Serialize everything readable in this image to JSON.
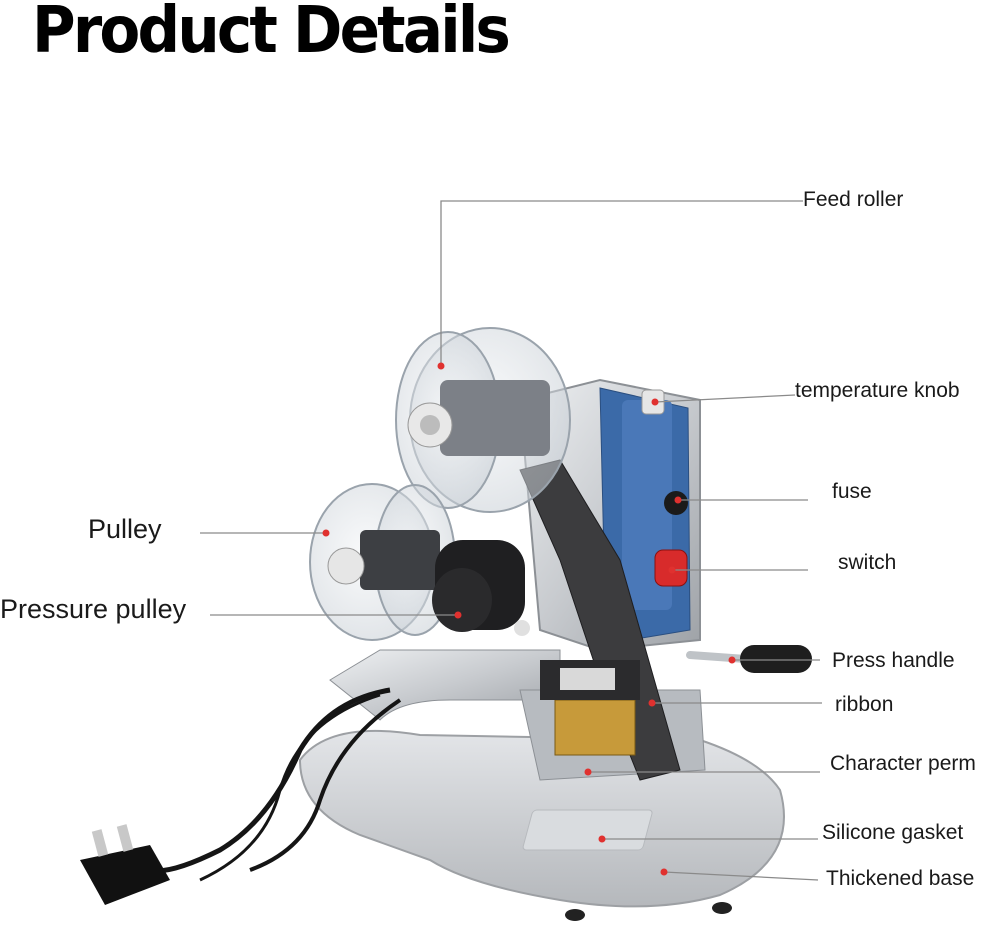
{
  "title": "Product Details",
  "parts": {
    "feed_roller": "Feed roller",
    "temperature_knob": "temperature knob",
    "fuse": "fuse",
    "switch": "switch",
    "pulley": "Pulley",
    "pressure_pulley": "Pressure pulley",
    "press_handle": "Press handle",
    "ribbon": "ribbon",
    "character_perm": "Character perm",
    "silicone_gasket": "Silicone gasket",
    "thickened_base": "Thickened base"
  },
  "colors": {
    "pointer_dot": "#e0312f",
    "leader_line": "#8a8a8a",
    "body": "#c9ccd0",
    "panel": "#3b6aa8"
  }
}
